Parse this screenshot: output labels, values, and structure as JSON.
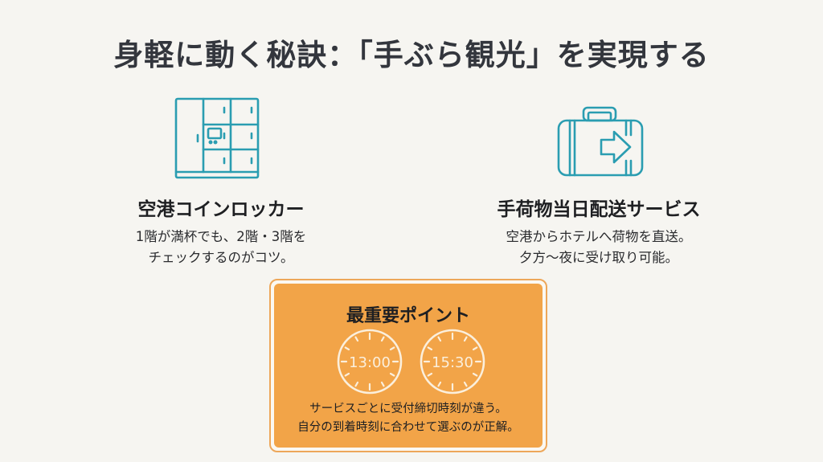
{
  "header": {
    "title": "身軽に動く秘訣：「手ぶら観光」を実現する"
  },
  "features": [
    {
      "icon": "coin-locker-icon",
      "title": "空港コインロッカー",
      "desc_lines": [
        "1階が満杯でも、2階・3階を",
        "チェックするのがコツ。"
      ]
    },
    {
      "icon": "suitcase-delivery-icon",
      "title": "手荷物当日配送サービス",
      "desc_lines": [
        "空港からホテルへ荷物を直送。",
        "夕方〜夜に受け取り可能。"
      ]
    }
  ],
  "key_point": {
    "title": "最重要ポイント",
    "clocks": [
      {
        "icon": "clock-icon",
        "time": "13:00"
      },
      {
        "icon": "clock-icon",
        "time": "15:30"
      }
    ],
    "desc_lines": [
      "サービスごとに受付締切時刻が違う。",
      "自分の到着時刻に合わせて選ぶのが正解。"
    ]
  },
  "colors": {
    "background": "#f6f5f1",
    "title_text": "#33363d",
    "icon_teal": "#2a9db1",
    "accent_orange": "#f2a448",
    "orange_border": "#eda75a",
    "clock_white": "#fbefdc"
  }
}
